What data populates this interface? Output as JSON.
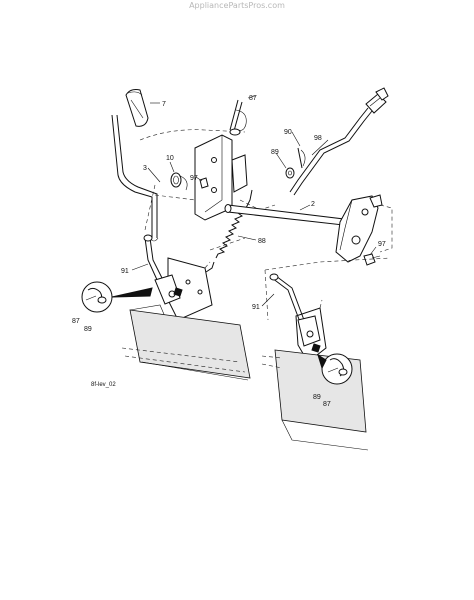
{
  "watermark": "AppliancePartsPros.com",
  "diagram_code": "8f-lev_02",
  "callouts": {
    "c7": "7",
    "c87_top": "87",
    "c90": "90",
    "c98": "98",
    "c3": "3",
    "c10": "10",
    "c97_left": "97",
    "c89_top": "89",
    "c2": "2",
    "c97_right": "97",
    "c88": "88",
    "c91_left": "91",
    "c87_left": "87",
    "c89_left": "89",
    "c91_right": "91",
    "c89_right": "89",
    "c87_right": "87"
  }
}
